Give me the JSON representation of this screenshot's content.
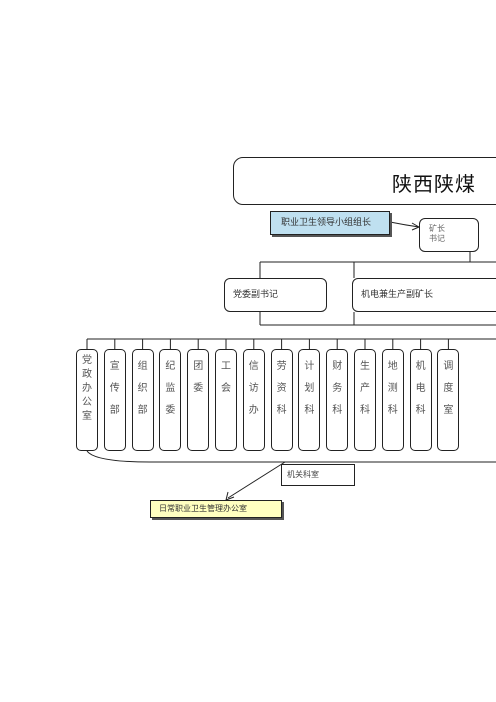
{
  "title": "陕西陕煤",
  "leader_group": "职业卫生领导小组组长",
  "mine_leader": [
    "矿长",
    "书记"
  ],
  "deputies": [
    "党委副书记",
    "机电兼生产副矿长"
  ],
  "departments": [
    "党政办公室",
    "宣传部",
    "组织部",
    "纪监委",
    "团委",
    "工会",
    "信访办",
    "劳资科",
    "计划科",
    "财务科",
    "生产科",
    "地测科",
    "机电科",
    "调度室"
  ],
  "jiguan": "机关科室",
  "daily_office": "日常职业卫生管理办公室"
}
